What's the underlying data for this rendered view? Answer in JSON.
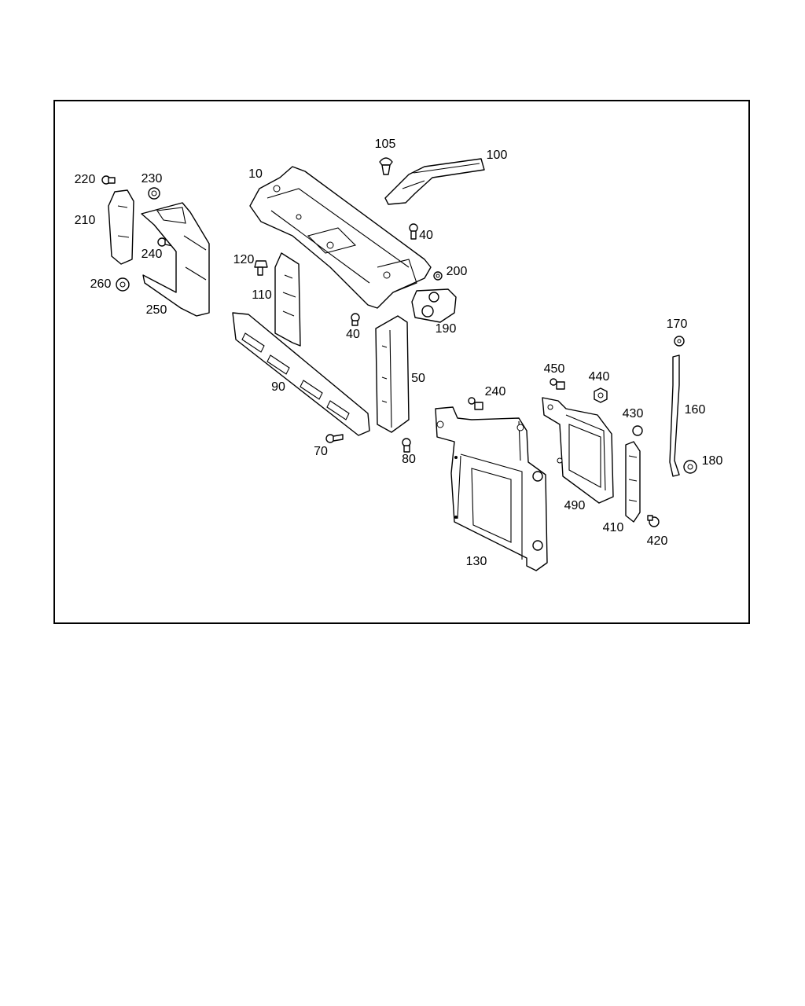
{
  "diagram": {
    "callouts": {
      "p10": "10",
      "p40a": "40",
      "p40b": "40",
      "p50": "50",
      "p70": "70",
      "p80": "80",
      "p90": "90",
      "p100": "100",
      "p105": "105",
      "p110": "110",
      "p120": "120",
      "p130": "130",
      "p160": "160",
      "p170": "170",
      "p180": "180",
      "p190": "190",
      "p200": "200",
      "p210": "210",
      "p220": "220",
      "p230": "230",
      "p240a": "240",
      "p240b": "240",
      "p250": "250",
      "p260": "260",
      "p410": "410",
      "p420": "420",
      "p430": "430",
      "p440": "440",
      "p450": "450",
      "p490": "490"
    }
  }
}
